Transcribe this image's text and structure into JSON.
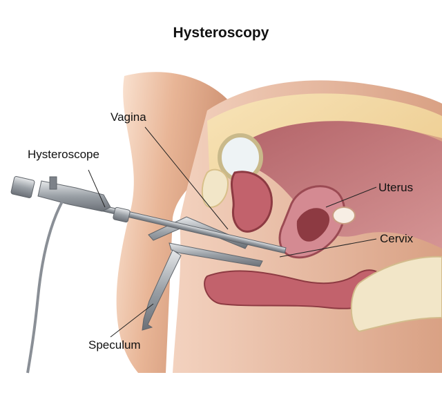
{
  "title": "Hysteroscopy",
  "labels": {
    "vagina": "Vagina",
    "hysteroscope": "Hysteroscope",
    "uterus": "Uterus",
    "cervix": "Cervix",
    "speculum": "Speculum"
  },
  "colors": {
    "background": "#ffffff",
    "skin": "#e8b596",
    "skin_shadow": "#c98b6c",
    "tissue_pink": "#d9888f",
    "muscle_red": "#b8505a",
    "fat_yellow": "#f3d9a0",
    "instrument_gray": "#8a8f96",
    "cavity_dark": "#8d3a42",
    "bone": "#f2e6c8"
  }
}
